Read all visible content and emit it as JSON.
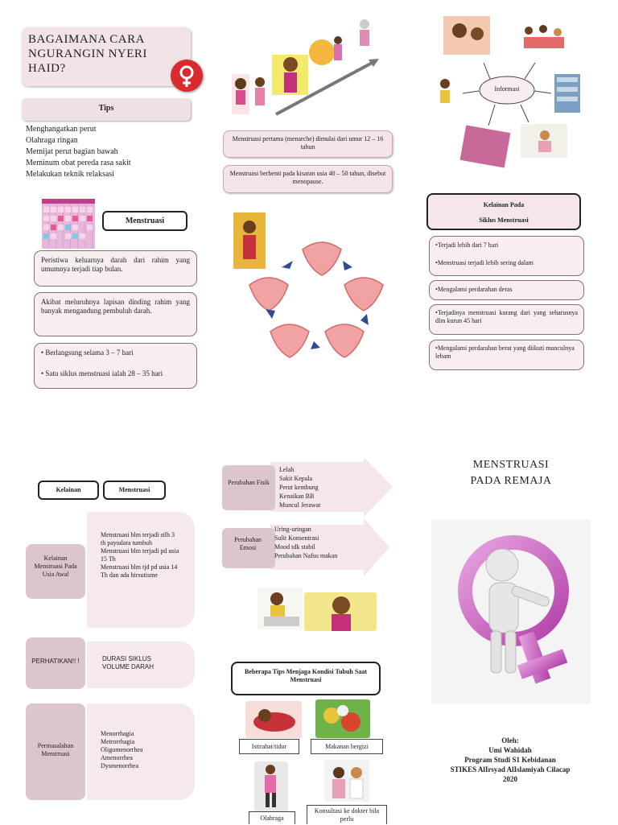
{
  "panel1": {
    "title": "BAGAIMANA CARA NGURANGIN NYERI HAID?",
    "tips_header": "Tips",
    "tips": [
      "Menghangatkan perut",
      "Olahraga ringan",
      "Memijat perut bagian bawah",
      "Meminum obat pereda rasa sakit",
      "Melakukan teknik relaksasi"
    ],
    "menstruasi_label": "Menstruasi",
    "box1": "Peristiwa keluarnya darah dari rahim yang umumnya terjadi tiap bulan.",
    "box2": "Akibat meluruhnya lapisan dinding rahim yang banyak mengandung pembuluh darah.",
    "box3": [
      "Berlangsung selama 3 – 7 hari",
      "Satu siklus menstruasi ialah 28 – 35 hari"
    ]
  },
  "panel2": {
    "info1": "Menstruasi pertama (menarche) dimulai dari umur 12 – 16 tahun",
    "info2": "Menstruasi berhenti pada kisaran usia 40 – 50 tahun, disebut menopause."
  },
  "panel3": {
    "informasi": "Informasi",
    "kelainan_header_1": "Kelainan Pada",
    "kelainan_header_2": "Siklus Menstruasi",
    "items": [
      "Terjadi lebih dari 7 hari",
      "Menstruasi terjadi lebih sering dalam",
      "Mengalami perdarahan deras",
      "Terjadinya menstruasi kurang dari yang seharusnya dlm kurun 45 hari",
      "Mengalami perdarahan berat yang diikuti munculnya lebam"
    ]
  },
  "panel4": {
    "kelainan": "Kelainan",
    "menstruasi": "Menstruasi",
    "row1_label": "Kelainan Menstruasi Pada Usia Awal",
    "row1_items": [
      "Menstruasi blm terjadi stlh 3 th payudara tumbuh",
      "Menstruasi blm terjadi pd usia 15 Th",
      "Menstruasi blm tjd pd usia 14 Th dan ada hirsutisme"
    ],
    "row2_label": "PERHATIKAN!! !",
    "row2_items": [
      "DURASI SIKLUS",
      "VOLUME DARAH"
    ],
    "row3_label": "Permasalahan Menstruasi",
    "row3_items": [
      "Menorrhagia",
      "Metrorrhagia",
      "Oligomenorrhea",
      "Amenorrhea",
      "Dysmenorrhea"
    ]
  },
  "panel5": {
    "fisik_label": "Perubahan Fisik",
    "fisik_items": [
      "Lelah",
      "Sakit Kepala",
      "Perut kembung",
      "Kenaikan BB",
      "Muncul Jerawat"
    ],
    "emosi_label": "Perubahan Emosi",
    "emosi_items": [
      "Uring-uringan",
      "Sulit Konsentrasi",
      "Mood tdk stabil",
      "Perubahan Nafsu makan"
    ],
    "tips_header": "Beberapa Tips Menjaga Kondisi Tubuh Saat Menstruasi",
    "tip1": "Istirahat/tidur",
    "tip2": "Makanan bergizi",
    "tip3": "Olahraga",
    "tip4": "Konsultasi ke dokter bila perlu"
  },
  "panel6": {
    "title_1": "MENSTRUASI",
    "title_2": "PADA REMAJA",
    "oleh": "Oleh:",
    "author": "Umi Wahidah",
    "program": "Program Studi S1 Kebidanan",
    "school": "STIKES AlIrsyad AlIslamiyah Cilacap",
    "year": "2020"
  }
}
